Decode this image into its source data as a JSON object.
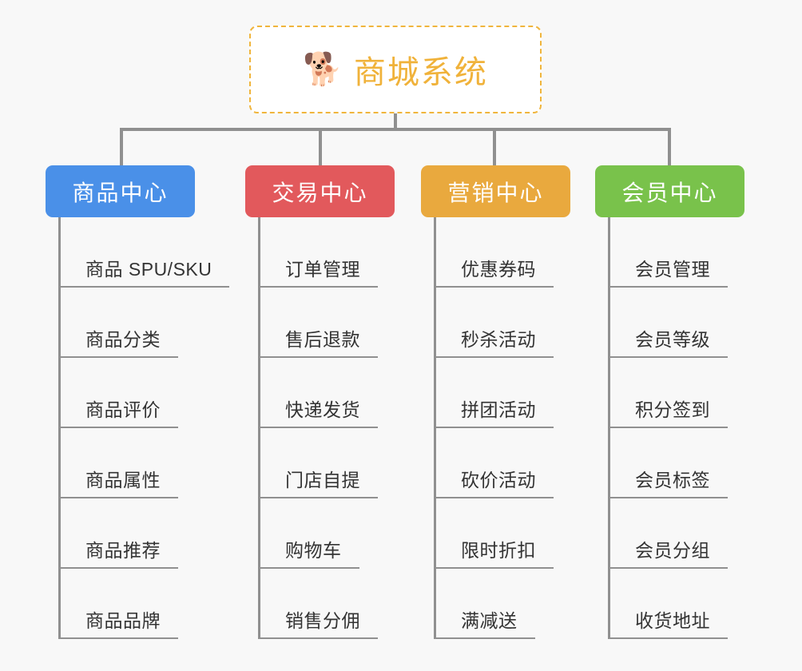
{
  "page": {
    "background_color": "#f8f8f8",
    "type": "mindmap"
  },
  "root": {
    "icon": "shiba-dog-emoji",
    "emoji": "🐕",
    "title": "商城系统",
    "border_color": "#f0b53d",
    "text_color": "#f0b23a",
    "background_color": "#ffffff"
  },
  "categories": [
    {
      "label": "商品中心",
      "color": "#4a90e8",
      "items": [
        {
          "label": "商品 SPU/SKU"
        },
        {
          "label": "商品分类"
        },
        {
          "label": "商品评价"
        },
        {
          "label": "商品属性"
        },
        {
          "label": "商品推荐"
        },
        {
          "label": "商品品牌"
        }
      ]
    },
    {
      "label": "交易中心",
      "color": "#e2595c",
      "items": [
        {
          "label": "订单管理"
        },
        {
          "label": "售后退款"
        },
        {
          "label": "快递发货"
        },
        {
          "label": "门店自提"
        },
        {
          "label": "购物车"
        },
        {
          "label": "销售分佣"
        }
      ]
    },
    {
      "label": "营销中心",
      "color": "#e9a93e",
      "items": [
        {
          "label": "优惠券码"
        },
        {
          "label": "秒杀活动"
        },
        {
          "label": "拼团活动"
        },
        {
          "label": "砍价活动"
        },
        {
          "label": "限时折扣"
        },
        {
          "label": "满减送"
        }
      ]
    },
    {
      "label": "会员中心",
      "color": "#79c24b",
      "items": [
        {
          "label": "会员管理"
        },
        {
          "label": "会员等级"
        },
        {
          "label": "积分签到"
        },
        {
          "label": "会员标签"
        },
        {
          "label": "会员分组"
        },
        {
          "label": "收货地址"
        }
      ]
    }
  ],
  "connector_color": "#909090"
}
